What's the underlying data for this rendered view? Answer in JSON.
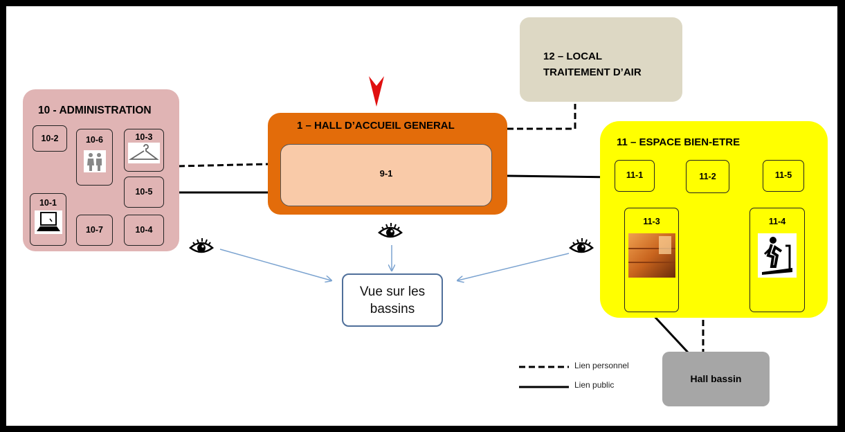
{
  "admin": {
    "title": "10 - ADMINISTRATION",
    "rooms": {
      "r10_1": "10-1",
      "r10_2": "10-2",
      "r10_3": "10-3",
      "r10_4": "10-4",
      "r10_5": "10-5",
      "r10_6": "10-6",
      "r10_7": "10-7"
    }
  },
  "hall": {
    "title": "1 – HALL D’ACCUEIL GENERAL",
    "inner": "9-1"
  },
  "local": {
    "line1": "12 – LOCAL",
    "line2": "TRAITEMENT D’AIR"
  },
  "bien_etre": {
    "title": "11 – ESPACE BIEN-ETRE",
    "rooms": {
      "r11_1": "11-1",
      "r11_2": "11-2",
      "r11_3": "11-3",
      "r11_4": "11-4",
      "r11_5": "11-5"
    }
  },
  "vue": {
    "line1": "Vue sur les",
    "line2": "bassins"
  },
  "hall_bassin": "Hall bassin",
  "legend": {
    "dashed": "Lien personnel",
    "solid": "Lien public"
  },
  "colors": {
    "admin_bg": "#e0b4b4",
    "hall_bg": "#e36c0a",
    "hall_inner": "#f9caa8",
    "local_bg": "#ddd8c4",
    "bien_etre_bg": "#ffff00",
    "hall_bassin_bg": "#a6a6a6",
    "vue_border": "#4f6f9a",
    "arrow": "#7ba3d0",
    "marker": "#e01010"
  }
}
